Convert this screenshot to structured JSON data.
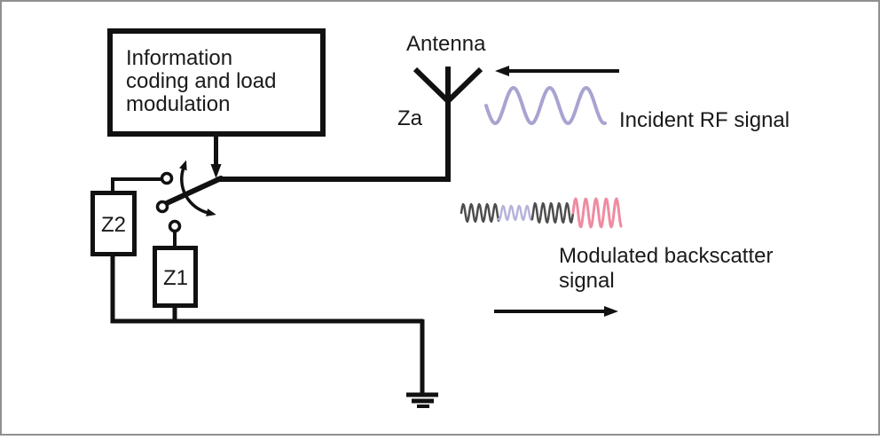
{
  "figure": {
    "info_box_lines": [
      "Information",
      "coding and load",
      "modulation"
    ],
    "antenna_label": "Antenna",
    "antenna_impedance_label": "Za",
    "incident_signal_label": "Incident RF signal",
    "backscatter_label_lines": [
      "Modulated backscatter",
      "signal"
    ],
    "impedance1_label": "Z1",
    "impedance2_label": "Z2"
  },
  "colors": {
    "line": "#111111",
    "text": "#1a1a1a",
    "frame": "#909090",
    "incident_wave": "#a8a4d1",
    "backscatter_dark": "#4d4d4d",
    "backscatter_light": "#b6b4da",
    "backscatter_pink": "#ef8ba1"
  }
}
